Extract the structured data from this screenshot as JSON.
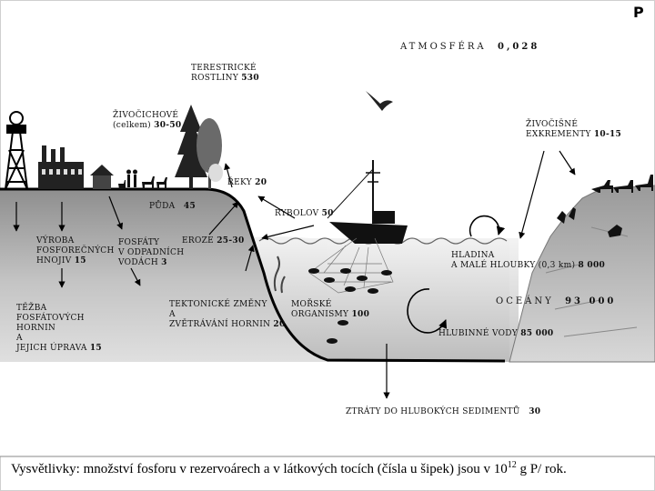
{
  "corner_tag": "P",
  "labels": {
    "atmosphere": {
      "name": "ATMOSFÉRA",
      "value": "0,028"
    },
    "terrestrial_plants": {
      "name": "TERESTRICKÉ\nROSTLINY",
      "value": "530"
    },
    "animals": {
      "name": "ŽIVOČICHOVÉ\n(celkem)",
      "value": "30-50"
    },
    "animal_excrement": {
      "name": "ŽIVOČIŠNÉ\nEXKREMENTY",
      "value": "10-15"
    },
    "soil": {
      "name": "PŮDA",
      "value": "45"
    },
    "rivers": {
      "name": "ŘEKY",
      "value": "20"
    },
    "fishing": {
      "name": "RYBOLOV",
      "value": "50"
    },
    "fertilizer": {
      "name": "VÝROBA\nFOSFOREČNÝCH\nHNOJIV",
      "value": "15"
    },
    "wastewater": {
      "name": "FOSFÁTY\nV ODPADNÍCH\nVODÁCH",
      "value": "3"
    },
    "erosion": {
      "name": "EROZE",
      "value": "25-30"
    },
    "mining": {
      "name": "TĚŽBA\nFOSFÁTOVÝCH\nHORNIN\nA\nJEJICH ÚPRAVA",
      "value": "15"
    },
    "tectonic": {
      "name": "TEKTONICKÉ ZMĚNY\nA\nZVĚTRÁVÁNÍ HORNIN",
      "value": "20"
    },
    "marine_organisms": {
      "name": "MOŘSKÉ\nORGANISMY",
      "value": "100"
    },
    "surface_water": {
      "name": "HLADINA\nA MALÉ HLOUBKY (0,3 km)",
      "value": "8 000"
    },
    "ocean": {
      "name": "OCEÁNY",
      "value": "93 000"
    },
    "deep_water": {
      "name": "HLUBINNÉ VODY",
      "value": "85 000"
    },
    "sediment_loss": {
      "name": "ZTRÁTY DO HLUBOKÝCH SEDIMENTŮ",
      "value": "30"
    }
  },
  "legend": {
    "term": "Vysvětlivky",
    "text_before": ": množství fosforu v rezervoárech a v látkových tocích (čísla u šipek) jsou v 10",
    "exponent": "12",
    "text_after": " g P/ rok."
  }
}
